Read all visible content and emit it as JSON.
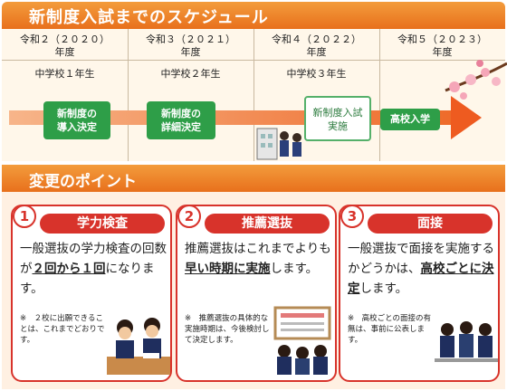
{
  "header": {
    "title": "新制度入試までのスケジュール"
  },
  "timeline": {
    "columns": [
      {
        "year": "令和２（２０２０）",
        "suffix": "年度",
        "grade": "中学校１年生"
      },
      {
        "year": "令和３（２０２１）",
        "suffix": "年度",
        "grade": "中学校２年生"
      },
      {
        "year": "令和４（２０２２）",
        "suffix": "年度",
        "grade": "中学校３年生"
      },
      {
        "year": "令和５（２０２３）",
        "suffix": "年度",
        "grade": ""
      }
    ],
    "steps": [
      {
        "line1": "新制度の",
        "line2": "導入決定"
      },
      {
        "line1": "新制度の",
        "line2": "詳細決定"
      },
      {
        "line1": "新制度入試",
        "line2": "実施"
      },
      {
        "line1": "高校入学",
        "line2": ""
      }
    ]
  },
  "points": {
    "title": "変更のポイント",
    "cards": [
      {
        "number": "1",
        "heading": "学力検査",
        "body_pre": "一般選抜の学力検査の回数が",
        "body_bold": "２回から１回",
        "body_post": "になります。",
        "note": "※　２校に出願できることは、これまでどおりです。"
      },
      {
        "number": "2",
        "heading": "推薦選抜",
        "body_pre": "推薦選抜はこれまでよりも",
        "body_bold": "早い時期に実施",
        "body_post": "します。",
        "note": "※　推薦選抜の具体的な実施時期は、今後検討して決定します。"
      },
      {
        "number": "3",
        "heading": "面接",
        "body_pre": "一般選抜で面接を実施するかどうかは、",
        "body_bold": "高校ごとに決定",
        "body_post": "します。",
        "note": "※　高校ごとの面接の有無は、事前に公表します。"
      }
    ]
  },
  "colors": {
    "orange": "#e8701c",
    "green": "#2e9e48",
    "red": "#d8332b"
  }
}
